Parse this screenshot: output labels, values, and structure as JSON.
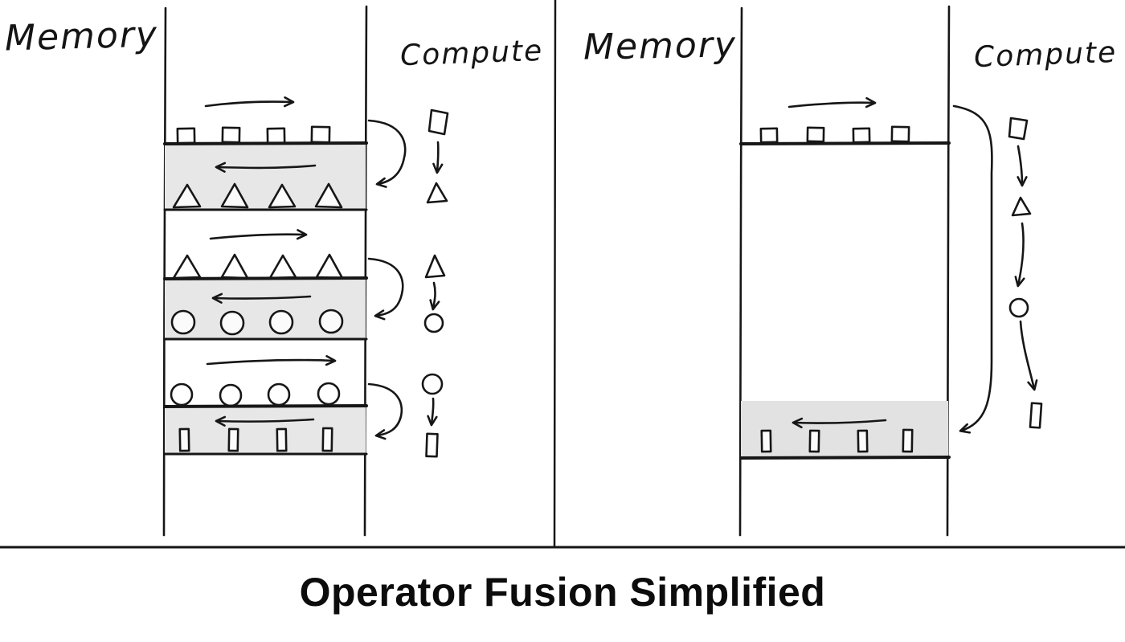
{
  "title": "Operator Fusion Simplified",
  "colors": {
    "ink": "#161616",
    "band_left": "#e7e7e7",
    "band_right": "#e2e2e2"
  },
  "left_panel": {
    "memory_label": "Memory",
    "compute_label": "Compute"
  },
  "right_panel": {
    "memory_label": "Memory",
    "compute_label": "Compute"
  }
}
